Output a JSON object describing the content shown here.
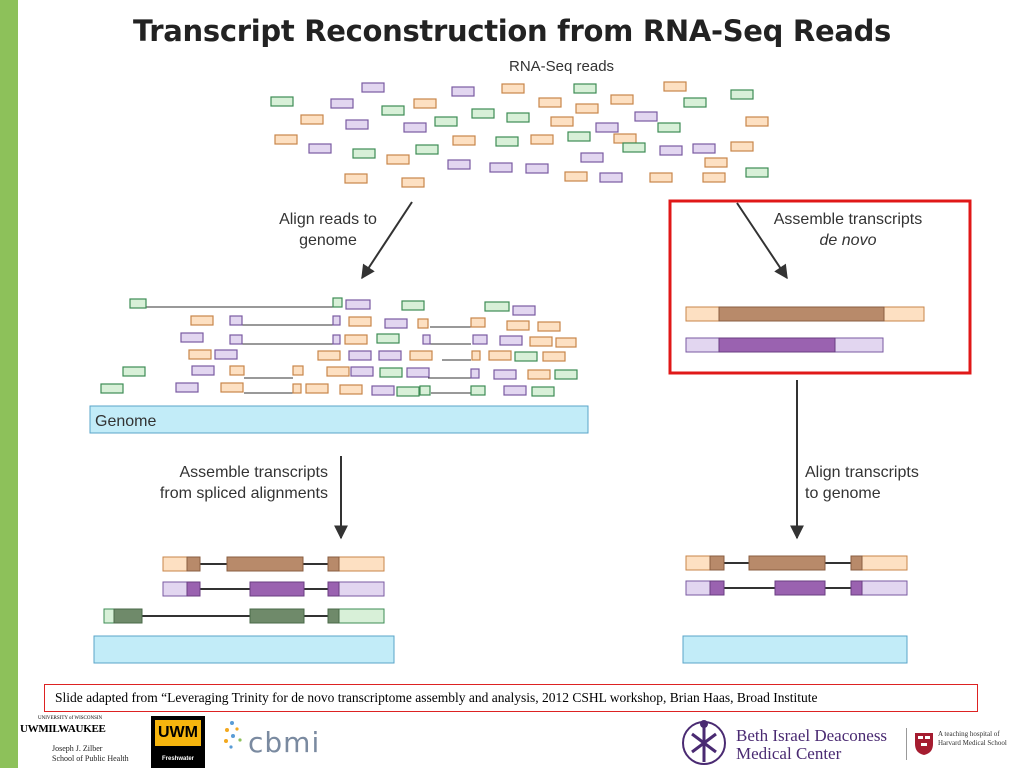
{
  "title": "Transcript Reconstruction from RNA-Seq Reads",
  "labels": {
    "rnaseq_reads": "RNA-Seq reads",
    "align_reads_line1": "Align reads to",
    "align_reads_line2": "genome",
    "assemble_denovo_line1": "Assemble transcripts",
    "assemble_denovo_line2": "de novo",
    "genome": "Genome",
    "assemble_spliced_line1": "Assemble transcripts",
    "assemble_spliced_line2": "from spliced alignments",
    "align_transcripts_line1": "Align transcripts",
    "align_transcripts_line2": "to genome"
  },
  "footnote": "Slide adapted from “Leveraging Trinity for de novo transcriptome assembly and analysis, 2012 CSHL workshop, Brian Haas, Broad Institute",
  "logos": {
    "uwm_small": "UNIVERSITY of WISCONSIN",
    "uwm_main": "UWMILWAUKEE",
    "zilber_line1": "Joseph J. Zilber",
    "zilber_line2": "School of Public Health",
    "uwm_box": "UWM",
    "freshwater": "Freshwater",
    "cbmi": "cbmi",
    "bidmc_line1": "Beth Israel Deaconess",
    "bidmc_line2": "Medical Center",
    "harvard_line1": "A teaching hospital of",
    "harvard_line2": "Harvard Medical School"
  },
  "colors": {
    "orange_fill": "#fde0c2",
    "orange_stroke": "#c8864a",
    "purple_fill": "#e2d6f0",
    "purple_stroke": "#7a5aa2",
    "green_fill": "#d8f0d8",
    "green_stroke": "#3e8c55",
    "brown_core": "#b88a6a",
    "purple_core": "#9a62b0",
    "green_core": "#6f8a6a",
    "genome_fill": "#c2ecf8",
    "genome_stroke": "#5aa4c8",
    "highlight_box": "#e01818",
    "accent_bar": "#8dc15a"
  }
}
